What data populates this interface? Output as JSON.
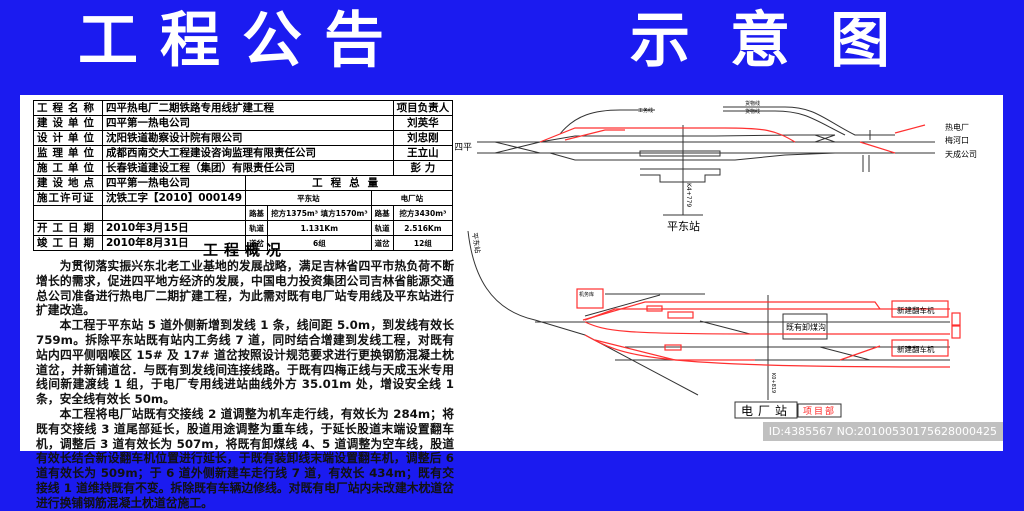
{
  "header": {
    "title_left": "工程公告",
    "title_right": "示意图"
  },
  "info_table": {
    "rows": [
      {
        "label": "工程名称",
        "value": "四平热电厂二期铁路专用线扩建工程",
        "right": "项目负责人"
      },
      {
        "label": "建设单位",
        "value": "四平第一热电公司",
        "right": "刘英华"
      },
      {
        "label": "设计单位",
        "value": "沈阳铁道勘察设计院有限公司",
        "right": "刘忠刚"
      },
      {
        "label": "监理单位",
        "value": "成都西南交大工程建设咨询监理有限责任公司",
        "right": "王立山"
      },
      {
        "label": "施工单位",
        "value": "长春铁道建设工程（集团）有限责任公司",
        "right": "彭 力"
      },
      {
        "label": "建设地点",
        "value": "四平第一热电公司"
      },
      {
        "label": "施工许可证",
        "value": "沈铁工字【2010】000149"
      },
      {
        "label": "开工日期",
        "value": "2010年3月15日"
      },
      {
        "label": "竣工日期",
        "value": "2010年8月31日"
      }
    ],
    "quantities": {
      "title": "工程总量",
      "station_a": "平东站",
      "station_b": "电厂站",
      "rows": [
        {
          "item": "路基",
          "a": "挖方1375m³ 填方1570m³",
          "b": "挖方3430m³"
        },
        {
          "item": "轨道",
          "a": "1.131Km",
          "b": "2.516Km"
        },
        {
          "item": "道岔",
          "a": "6组",
          "b": "12组"
        }
      ]
    }
  },
  "overview": {
    "title": "工程概况",
    "paragraphs": [
      "为贯彻落实振兴东北老工业基地的发展战略，满足吉林省四平市热负荷不断增长的需求，促进四平地方经济的发展，中国电力投资集团公司吉林省能源交通总公司准备进行热电厂二期扩建工程，为此需对既有电厂站专用线及平东站进行扩建改造。",
      "本工程于平东站 5 道外侧新增到发线 1 条，线间距 5.0m，到发线有效长 759m。拆除平东站既有站内工务线 7 道，同时结合增建到发线工程，对既有站内四平侧咽喉区 15# 及 17# 道岔按照设计规范要求进行更换钢筋混凝土枕道岔，并新铺道岔．与既有到发线间连接线路。于既有四梅正线与天成玉米专用线间新建渡线 1 组，于电厂专用线进站曲线外方 35.01m 处，增设安全线 1 条，安全线有效长 50m。",
      "本工程将电厂站既有交接线 2 道调整为机车走行线，有效长为 284m；将既有交接线 3 道尾部延长，股道用途调整为重车线，于延长股道末端设置翻车机，调整后 3 道有效长为 507m，将既有卸煤线 4、5 道调整为空车线，股道有效长结合新设翻车机位置进行延长，于既有装卸线末端设置翻车机，调整后 6 道有效长为 509m；于 6 道外侧新建车走行线 7 道，有效长 434m；既有交接线 1 道维持既有不变。拆除既有车辆边修线。对既有电厂站内未改建木枕道岔进行换铺钢筋混凝土枕道岔施工。"
    ]
  },
  "diagram": {
    "top": {
      "station": "平东站",
      "left_end": "四平",
      "right_ends": [
        "热电厂",
        "梅河口",
        "天成公司"
      ],
      "mileage": "K4+779",
      "labels": [
        "工务线",
        "货物线",
        "货物线"
      ]
    },
    "bottom": {
      "station": "电厂站",
      "project_dept": "项目部",
      "incoming": "平东站",
      "depot": "机务库",
      "coal_pit": "既有卸煤沟",
      "tippler1": "新建翻车机",
      "tippler2": "新建翻车机",
      "mileage": "K0+819"
    },
    "colors": {
      "new_track": "#ff3030",
      "existing_track": "#333333"
    }
  },
  "watermark": "ID:4385567 NO:20100530175628000425"
}
